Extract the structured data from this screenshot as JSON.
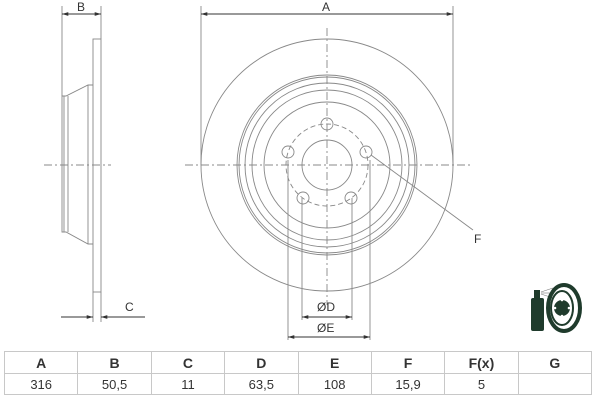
{
  "drawing": {
    "side_view": {
      "dimension_labels": {
        "B": "B",
        "C": "C"
      }
    },
    "front_view": {
      "dimension_labels": {
        "A": "A",
        "D": "ØD",
        "E": "ØE",
        "F": "F"
      },
      "bolt_holes": 5
    },
    "icon": {
      "name": "spray-can-brake-disc-icon"
    }
  },
  "spec_table": {
    "headers": [
      "A",
      "B",
      "C",
      "D",
      "E",
      "F",
      "F(x)",
      "G"
    ],
    "values": [
      "316",
      "50,5",
      "11",
      "63,5",
      "108",
      "15,9",
      "5",
      ""
    ]
  }
}
